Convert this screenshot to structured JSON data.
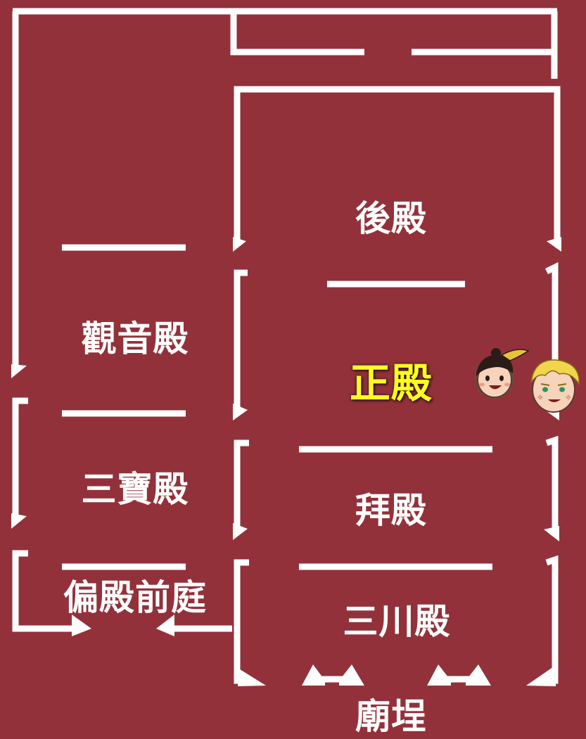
{
  "halls": {
    "back_hall": "後殿",
    "guanyin_hall": "觀音殿",
    "main_hall": "正殿",
    "three_treasures_hall": "三寶殿",
    "worship_hall": "拜殿",
    "side_forecourt": "偏殿前庭",
    "sanchuan_hall": "三川殿",
    "temple_square": "廟埕"
  },
  "colors": {
    "background": "#93313a",
    "walls": "#ffffff",
    "highlight": "#ffff1e"
  },
  "icons": [
    "girl-avatar-icon",
    "boy-avatar-icon"
  ]
}
